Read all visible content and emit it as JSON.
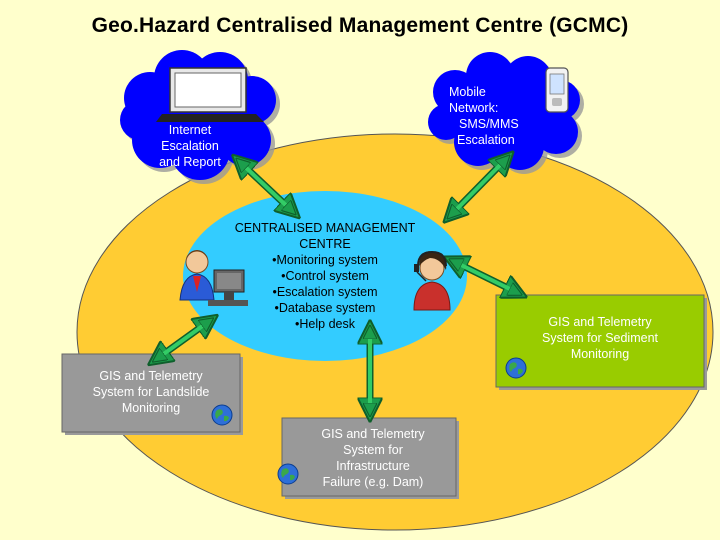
{
  "title": "Geo.Hazard Centralised Management Centre (GCMC)",
  "internet": {
    "lines": [
      "Internet",
      "Escalation",
      "and Report"
    ]
  },
  "mobile": {
    "lines": [
      "Mobile",
      "Network:",
      "SMS/MMS",
      "Escalation"
    ]
  },
  "centre": {
    "heading": [
      "CENTRALISED MANAGEMENT",
      "CENTRE"
    ],
    "items": [
      "•Monitoring system",
      "•Control system",
      "•Escalation system",
      "•Database system",
      "•Help desk"
    ]
  },
  "sediment": {
    "lines": [
      "GIS and Telemetry",
      "System for Sediment",
      "Monitoring"
    ]
  },
  "landslide": {
    "lines": [
      "GIS and Telemetry",
      "System for Landslide",
      "Monitoring"
    ]
  },
  "infrastructure": {
    "lines": [
      "GIS and Telemetry",
      "System for",
      "Infrastructure",
      "Failure (e.g. Dam)"
    ]
  },
  "colors": {
    "background": "#ffffcc",
    "outer_ellipse": "#ffcc33",
    "center_ellipse": "#33ccff",
    "cloud": "#0000ff",
    "arrow": "#33cc66",
    "sediment_box": "#99cc00",
    "grey_box": "#999999"
  }
}
